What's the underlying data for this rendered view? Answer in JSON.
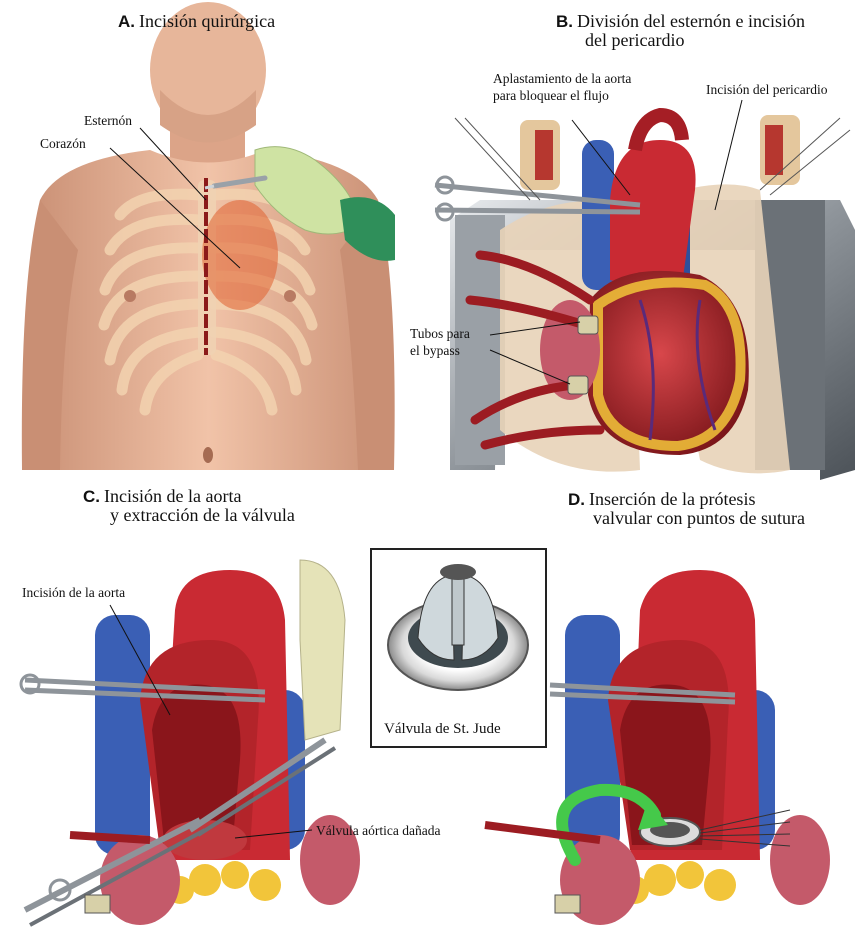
{
  "panels": {
    "a": {
      "letter": "A.",
      "title": "Incisión quirúrgica"
    },
    "b": {
      "letter": "B.",
      "title_line1": "División del esternón e incisión",
      "title_line2": "del pericardio"
    },
    "c": {
      "letter": "C.",
      "title_line1": "Incisión de la aorta",
      "title_line2": "y extracción de la válvula"
    },
    "d": {
      "letter": "D.",
      "title_line1": "Inserción de la prótesis",
      "title_line2": "valvular con puntos de sutura"
    }
  },
  "labels": {
    "esternon": "Esternón",
    "corazon": "Corazón",
    "aplastamiento_line1": "Aplastamiento de la aorta",
    "aplastamiento_line2": "para bloquear el flujo",
    "incision_pericardio": "Incisión del pericardio",
    "tubos_line1": "Tubos para",
    "tubos_line2": "el bypass",
    "incision_aorta": "Incisión de la aorta",
    "valvula_danada": "Válvula aórtica dañada",
    "valvula_st_jude": "Válvula de St. Jude"
  },
  "colors": {
    "skin": "#e9b79c",
    "skin_shadow": "#c98f74",
    "rib": "#f3d3b0",
    "incision": "#8b1a1a",
    "heart_red": "#b3242a",
    "aorta_red": "#c92a33",
    "vein_blue": "#3a5fb5",
    "fat_yellow": "#f2c53a",
    "retractor_gray": "#7f858c",
    "glove_green": "#cfe3a3",
    "gown_green": "#2f8f5a",
    "pericardium": "#e8d3b8",
    "arrow_green": "#45c94a"
  },
  "icons": {
    "scalpel": "scalpel-icon",
    "forceps": "forceps-icon",
    "scissors": "scissors-icon",
    "retractor": "retractor-icon",
    "mechanical_valve": "mechanical-valve-icon",
    "curved_arrow": "curved-arrow-icon"
  }
}
